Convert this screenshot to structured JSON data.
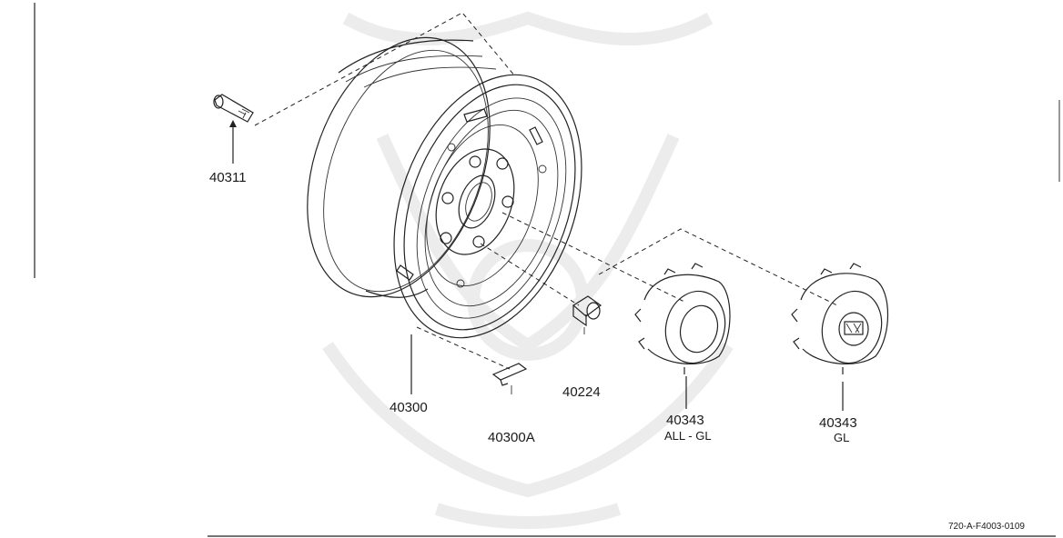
{
  "parts": [
    {
      "number": "40311",
      "caption": ""
    },
    {
      "number": "40300",
      "caption": ""
    },
    {
      "number": "40300A",
      "caption": ""
    },
    {
      "number": "40224",
      "caption": ""
    },
    {
      "number": "40343",
      "caption": "ALL - GL"
    },
    {
      "number": "40343",
      "caption": "GL"
    }
  ],
  "diagram_code": "720-A-F4003-0109",
  "colors": {
    "ink": "#222222",
    "background": "#ffffff",
    "watermark": "#ececec"
  }
}
